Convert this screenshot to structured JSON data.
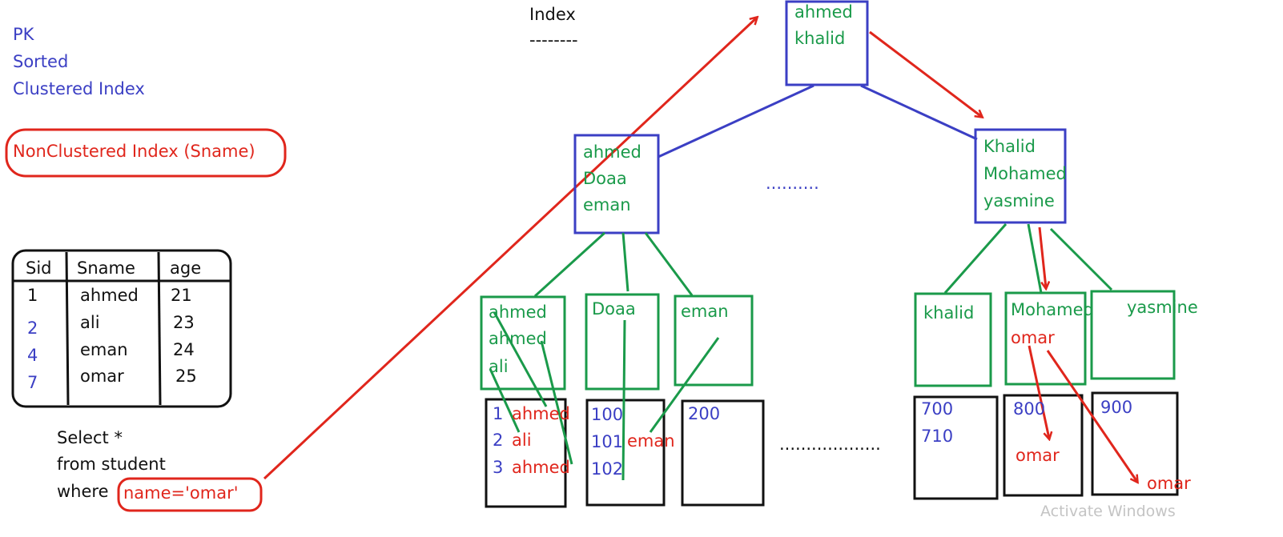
{
  "legend": {
    "pk": "PK",
    "sorted": "Sorted",
    "clustered": "Clustered Index",
    "nonclustered": "NonClustered Index (Sname)"
  },
  "title": {
    "index": "Index",
    "underline": "--------"
  },
  "table": {
    "headers": [
      "Sid",
      "Sname",
      "age"
    ],
    "rows": [
      {
        "sid": "1",
        "sname": "ahmed",
        "age": "21"
      },
      {
        "sid": "2",
        "sname": "ali",
        "age": "23"
      },
      {
        "sid": "4",
        "sname": "eman",
        "age": "24"
      },
      {
        "sid": "7",
        "sname": "omar",
        "age": "25"
      }
    ]
  },
  "query": {
    "line1": "Select *",
    "line2": "from student",
    "line3": "where",
    "condition": "name='omar'"
  },
  "tree": {
    "root": [
      "ahmed",
      "khalid"
    ],
    "left_internal": [
      "ahmed",
      "Doaa",
      "eman"
    ],
    "right_internal": [
      "Khalid",
      "Mohamed",
      "yasmine"
    ],
    "middle_dots": "..........",
    "leaves": {
      "l1": [
        "ahmed",
        "ahmed",
        "ali"
      ],
      "l2": [
        "Doaa"
      ],
      "l3": [
        "eman"
      ],
      "r1": [
        "khalid"
      ],
      "r2": [
        "Mohamed"
      ],
      "r2_extra": "omar",
      "r3": [
        "yasmine"
      ]
    },
    "bottom_dots": "...................",
    "pages": {
      "p1_ids": [
        "1",
        "2",
        "3"
      ],
      "p1_names": [
        "ahmed",
        "ali",
        "ahmed"
      ],
      "p2_ids": [
        "100",
        "101",
        "102"
      ],
      "p2_name": "eman",
      "p3_ids": [
        "200"
      ],
      "p4_ids": [
        "700",
        "710"
      ],
      "p5_ids": [
        "800"
      ],
      "p5_name": "omar",
      "p6_ids": [
        "900"
      ],
      "p6_name": "omar"
    }
  },
  "watermark": "Activate Windows",
  "colors": {
    "blue": "#3b3fc4",
    "green": "#1a9a4a",
    "red": "#e0261c",
    "black": "#111111"
  }
}
